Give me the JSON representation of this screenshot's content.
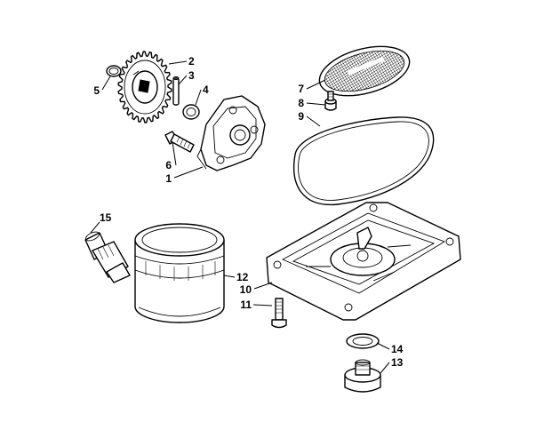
{
  "callouts": [
    {
      "num": "1",
      "part": "oil-pump-body"
    },
    {
      "num": "2",
      "part": "pump-gear"
    },
    {
      "num": "3",
      "part": "pin"
    },
    {
      "num": "4",
      "part": "washer"
    },
    {
      "num": "5",
      "part": "snap-ring"
    },
    {
      "num": "6",
      "part": "pump-bolt"
    },
    {
      "num": "7",
      "part": "oil-screen"
    },
    {
      "num": "8",
      "part": "screen-screw"
    },
    {
      "num": "9",
      "part": "pan-gasket"
    },
    {
      "num": "10",
      "part": "oil-pan"
    },
    {
      "num": "11",
      "part": "pan-bolt"
    },
    {
      "num": "12",
      "part": "oil-filter"
    },
    {
      "num": "13",
      "part": "drain-plug"
    },
    {
      "num": "14",
      "part": "drain-plug-washer"
    },
    {
      "num": "15",
      "part": "oil-pressure-sender"
    }
  ]
}
